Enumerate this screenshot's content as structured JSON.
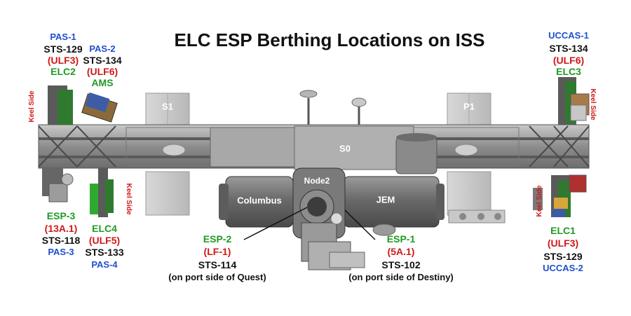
{
  "title": "ELC ESP Berthing Locations on ISS",
  "keel_side": "Keel Side",
  "modules": {
    "s1": "S1",
    "p1": "P1",
    "s0": "S0",
    "node2": "Node2",
    "columbus": "Columbus",
    "jem": "JEM"
  },
  "elc2": {
    "pas1": "PAS-1",
    "sts129": "STS-129",
    "ulf3": "(ULF3)",
    "name": "ELC2",
    "pas2": "PAS-2",
    "sts134": "STS-134",
    "ulf6": "(ULF6)",
    "ams": "AMS"
  },
  "elc3": {
    "uccas1": "UCCAS-1",
    "sts134": "STS-134",
    "ulf6": "(ULF6)",
    "name": "ELC3"
  },
  "esp3": {
    "name": "ESP-3",
    "flight": "(13A.1)",
    "sts": "STS-118",
    "pas3": "PAS-3"
  },
  "elc4": {
    "name": "ELC4",
    "flight": "(ULF5)",
    "sts": "STS-133",
    "pas4": "PAS-4"
  },
  "esp2": {
    "name": "ESP-2",
    "flight": "(LF-1)",
    "sts": "STS-114",
    "note": "(on port side of Quest)"
  },
  "esp1": {
    "name": "ESP-1",
    "flight": "(5A.1)",
    "sts": "STS-102",
    "note": "(on port side of Destiny)"
  },
  "elc1": {
    "name": "ELC1",
    "flight": "(ULF3)",
    "sts": "STS-129",
    "uccas2": "UCCAS-2"
  },
  "colors": {
    "flight_red": "#d01818",
    "elc_green": "#1f9a22",
    "pas_blue": "#1f4fd0"
  }
}
